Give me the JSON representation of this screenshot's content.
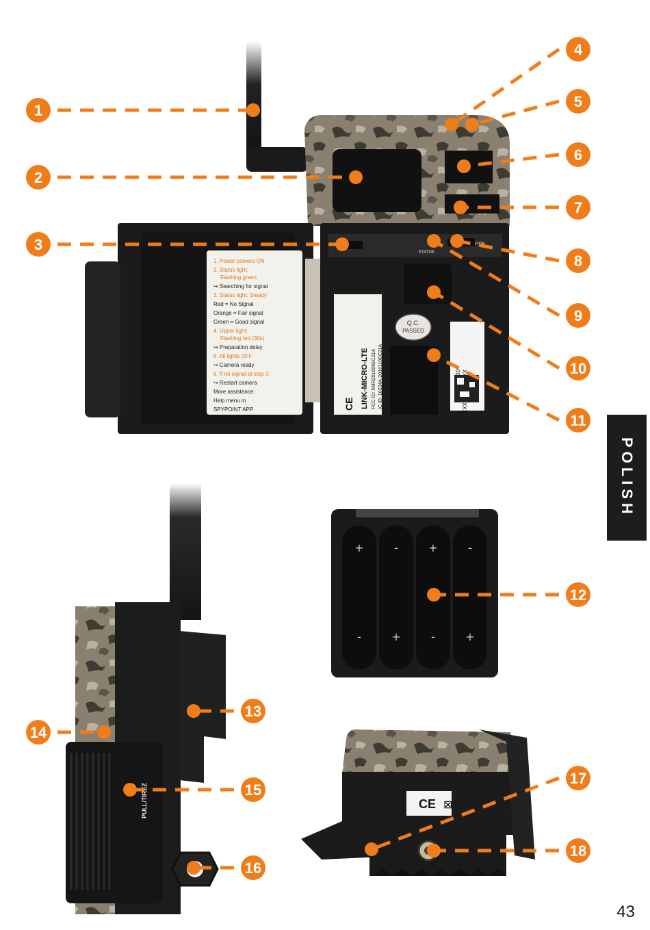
{
  "colors": {
    "accent": "#ef7d1a",
    "camera_body": "#1b1b1b",
    "camo_base": "#8a8070",
    "camo_dark": "#3e3b33",
    "camo_light": "#b9b2a2",
    "sidebar_tab": "#1d1d1d"
  },
  "sidebar": {
    "label": "POLISH"
  },
  "page_number": "43",
  "callouts": [
    "1",
    "2",
    "3",
    "4",
    "5",
    "6",
    "7",
    "8",
    "9",
    "10",
    "11",
    "12",
    "13",
    "14",
    "15",
    "16",
    "17",
    "18"
  ],
  "door_instructions": [
    {
      "title": "1.  Power camera ON",
      "sub": ""
    },
    {
      "title": "2.  Status light:",
      "sub": "Flashing green"
    },
    {
      "title": "↪ Searching for signal",
      "sub": ""
    },
    {
      "title": "3.  Status light: Steady",
      "sub": ""
    },
    {
      "title": "Red = No Signal",
      "sub": ""
    },
    {
      "title": "Orange = Fair signal",
      "sub": ""
    },
    {
      "title": "Green = Good signal",
      "sub": ""
    },
    {
      "title": "4.  Upper light:",
      "sub": "Flashing red (30s)"
    },
    {
      "title": "↪ Preparation delay",
      "sub": ""
    },
    {
      "title": "5.  All lights OFF",
      "sub": ""
    },
    {
      "title": "↪ Camera ready",
      "sub": ""
    },
    {
      "title": "6.  If no signal at step 3:",
      "sub": ""
    },
    {
      "title": "↪ Restart camera",
      "sub": ""
    },
    {
      "title": "More assistance:",
      "sub": ""
    },
    {
      "title": "Help menu in",
      "sub": ""
    },
    {
      "title": "SPYPOINT APP",
      "sub": ""
    }
  ],
  "product_label": {
    "model": "LINK-MICRO-LTE",
    "fcc": "FCC ID: XMR201606EC21A",
    "ic": "IC ID: 10224A-2016110EC21A",
    "ce": "CE"
  },
  "qc_sticker": {
    "line1": "Q.C.",
    "line2": "PASSED"
  },
  "serial_label": {
    "code": "XXXX-XXX-XXXX",
    "number": "000000000"
  },
  "panel_labels": {
    "status": "STATUS",
    "on_off": "OFF/ON"
  },
  "strap_text": "PULL/TIREZ",
  "bottom_marks": {
    "ce": "CE",
    "bin": "⊠"
  }
}
